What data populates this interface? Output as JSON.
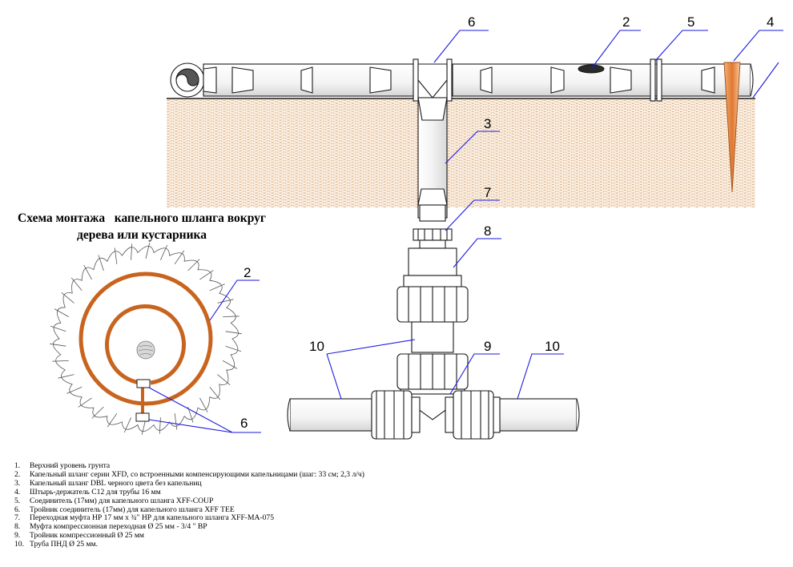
{
  "title": {
    "line1": "Схема монтажа   капельного шланга вокруг",
    "line2": "дерева или кустарника"
  },
  "callouts": {
    "c6_top": "6",
    "c2_top": "2",
    "c5_top": "5",
    "c4_top": "4",
    "c3": "3",
    "c7": "7",
    "c8": "8",
    "c10_left": "10",
    "c9": "9",
    "c10_right": "10",
    "c2_tree": "2",
    "c6_tree": "6"
  },
  "legend": [
    {
      "num": "1.",
      "text": "Верхний уровень грунта"
    },
    {
      "num": "2.",
      "text": "Капельный шланг серии XFD, со встроенными компенсирующими капельницами (шаг: 33 см; 2,3 л/ч)"
    },
    {
      "num": "3.",
      "text": "Капельный шланг DBL черного цвета без капельниц"
    },
    {
      "num": "4.",
      "text": "Штырь-держатель С12  для трубы 16 мм"
    },
    {
      "num": "5.",
      "text": "Соединитель (17мм) для капельного шланга XFF-COUP"
    },
    {
      "num": "6.",
      "text": "Тройник соединитель (17мм) для капельного шланга XFF TEE"
    },
    {
      "num": "7.",
      "text": "Переходная муфта НР 17 мм х ¾\" НР для капельного шланга XFF-MA-075"
    },
    {
      "num": "8.",
      "text": "Муфта компрессионная переходная Ø 25 мм - 3/4 \" ВР"
    },
    {
      "num": "9.",
      "text": "Тройник компрессионный Ø 25 мм"
    },
    {
      "num": "10.",
      "text": "Труба ПНД Ø 25 мм."
    }
  ],
  "colors": {
    "soil_fill": "#fbf0e4",
    "soil_hatch": "#d9a877",
    "drip_hose": "#c8641e",
    "callout_line": "#1a1ae0",
    "outline": "#1a1a1a"
  }
}
